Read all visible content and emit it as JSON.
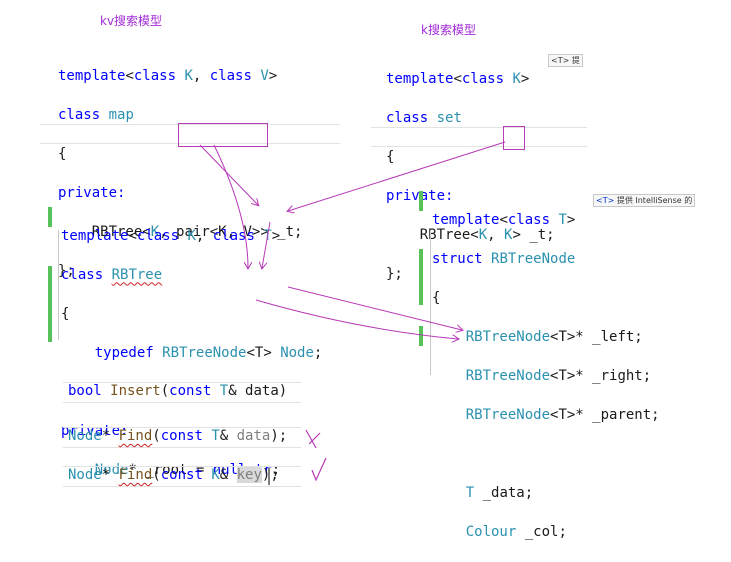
{
  "labels": {
    "kv_model": "kv搜索模型",
    "k_model": "k搜索模型"
  },
  "map_block": {
    "l1_kw": "template",
    "l1_a": "<",
    "l1_cls": "class",
    "l1_K": "K",
    "l1_b": ", ",
    "l1_cls2": "class",
    "l1_V": "V",
    "l1_c": ">",
    "l2_kw": "class",
    "l2_name": "map",
    "l3": "{",
    "l4": "private:",
    "l5_a": "RBTree<",
    "l5_K": "K",
    "l5_b": ", ",
    "l5_pair": "pair<K, V>",
    "l5_c": "> _t;",
    "l6": "};"
  },
  "set_block": {
    "l1_kw": "template",
    "l1_a": "<",
    "l1_cls": "class",
    "l1_K": "K",
    "l1_c": ">",
    "hint": "<T> 提",
    "l2_kw": "class",
    "l2_name": "set",
    "l3": "{",
    "l4": "private:",
    "l5_a": "RBTree<",
    "l5_K": "K",
    "l5_b": ", ",
    "l5_K2": "K",
    "l5_c": "> _t;",
    "l6": "};"
  },
  "rbtree_block": {
    "l1_kw": "template",
    "l1_a": "<",
    "l1_cls": "class",
    "l1_K": "K",
    "l1_b": ", ",
    "l1_cls2": "class",
    "l1_T": "T",
    "l1_c": ">",
    "l2_kw": "class",
    "l2_name": "RBTree",
    "l3": "{",
    "l4_kw": "typedef",
    "l4_ty": "RBTreeNode",
    "l4_a": "<T> ",
    "l4_node": "Node",
    "l4_c": ";",
    "l5": "",
    "l6": "private:",
    "l7_ty": "Node",
    "l7_a": "* _root = ",
    "l7_kw": "nullptr",
    "l7_c": ";"
  },
  "node_block": {
    "l1_kw": "template",
    "l1_a": "<",
    "l1_cls": "class",
    "l1_T": "T",
    "l1_c": ">",
    "hint_tag": "<T>",
    "hint_text": " 提供 IntelliSense 的",
    "l2_kw": "struct",
    "l2_name": "RBTreeNode",
    "l3": "{",
    "l4_ty": "RBTreeNode",
    "l4_a": "<T>* _left;",
    "l5_ty": "RBTreeNode",
    "l5_a": "<T>* _right;",
    "l6_ty": "RBTreeNode",
    "l6_a": "<T>* _parent;",
    "l7": "",
    "l8_ty": "T",
    "l8_a": " _data;",
    "l9_ty": "Colour",
    "l9_a": " _col;"
  },
  "funcs": {
    "insert": {
      "ret": "bool",
      "name": "Insert",
      "a": "(",
      "kw": "const",
      "ty": "T",
      "b": "& data)"
    },
    "find1": {
      "ret": "Node",
      "a": "* ",
      "name": "Find",
      "b": "(",
      "kw": "const",
      "ty": "T",
      "c": "& ",
      "pm": "data",
      "d": ");"
    },
    "find2": {
      "ret": "Node",
      "a": "* ",
      "name": "Find",
      "b": "(",
      "kw": "const",
      "ty": "K",
      "c": "& ",
      "pm": "key",
      "d": ");"
    }
  },
  "colors": {
    "annotation": "#b73ab7",
    "keyword": "#0000ff",
    "type": "#2b91af",
    "function": "#74531f",
    "change_bar": "#57c25a"
  }
}
